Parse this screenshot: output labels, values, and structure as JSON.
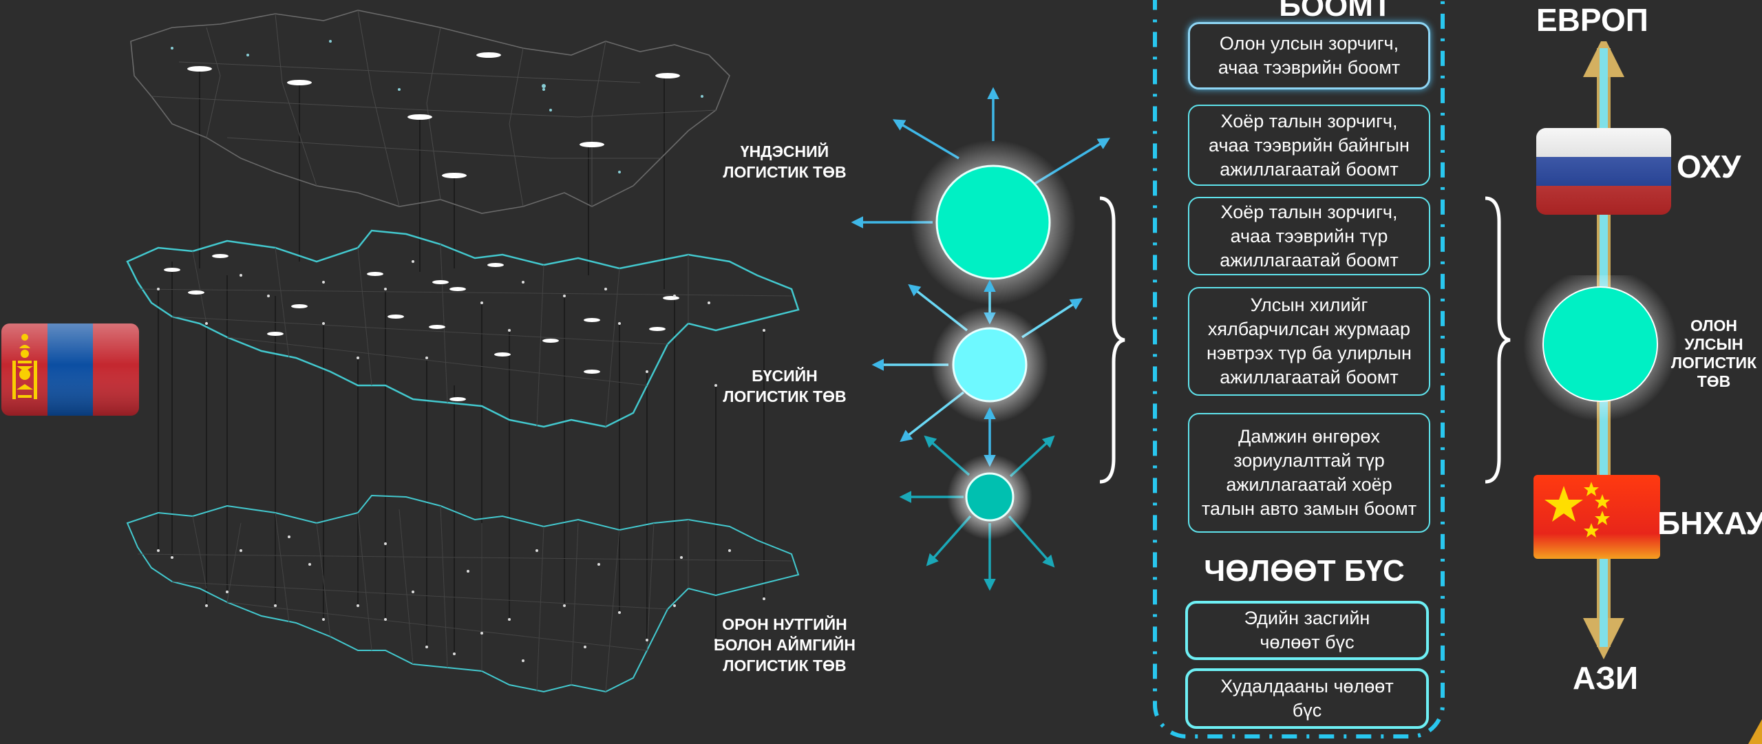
{
  "tiers": {
    "main": "ҮНДЭСНИЙ\nЛОГИСТИК ТӨВ",
    "regional": "БҮСИЙН\nЛОГИСТИК ТӨВ",
    "local": "ОРОН НУТГИЙН\nБОЛОН АЙМГИЙН\nЛОГИСТИК ТӨВ"
  },
  "ports": {
    "header": "БООМТ",
    "items": [
      "Олон улсын зорчигч,\nачаа тээврийн боомт",
      "Хоёр талын зорчигч,\nачаа тээврийн байнгын\nажиллагаатай боомт",
      "Хоёр талын зорчигч,\nачаа тээврийн түр\nажиллагаатай боомт",
      "Улсын хилийг\nхялбарчилсан журмаар\nнэвтрэх түр ба улирлын\nажиллагаатай боомт",
      "Дамжин өнгөрөх\nзориулалттай түр\nажиллагаатай хоёр\nталын авто замын боомт"
    ]
  },
  "free_zone": {
    "title": "ЧӨЛӨӨТ БҮС",
    "items": [
      "Эдийн засгийн\nчөлөөт бүс",
      "Худалдааны чөлөөт\nбүс"
    ]
  },
  "corridor": {
    "top": "ЕВРОП",
    "russia": "ОХУ",
    "hub": "ОЛОН\nУЛСЫН\nЛОГИСТИК\nТӨВ",
    "china": "БНХАУ",
    "bottom": "АЗИ"
  },
  "colors": {
    "background": "#2d2d2d",
    "hub_fill": "#00f0c4",
    "regional_fill": "#6ef9ff",
    "local_fill": "#00c0b0",
    "arrow_main": "#3fb8e8",
    "arrow_local": "#1aa8b8",
    "box_border": "#5fe3ec",
    "dash_border": "#29c7ef",
    "corridor": "#7fe0e8"
  },
  "icons": [
    "mongolia-flag-icon",
    "russia-flag-icon",
    "china-flag-icon",
    "soyombo-icon",
    "star-icon"
  ]
}
